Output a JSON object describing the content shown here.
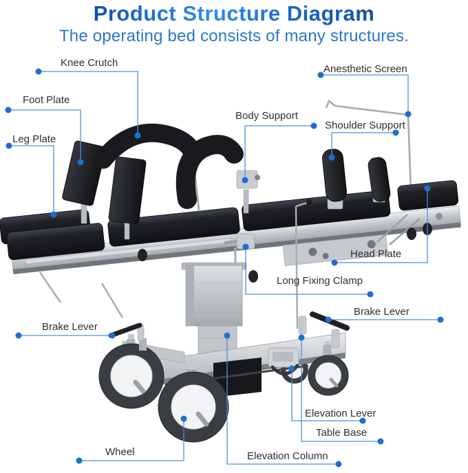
{
  "header": {
    "title": "Product Structure Diagram",
    "subtitle": "The operating bed consists of many structures."
  },
  "colors": {
    "title_blue_dark": "#0f4fb0",
    "title_blue_light": "#2f8fe9",
    "subtitle_blue": "#2b77c9",
    "connector_line_blue": "#4a8fdb",
    "connector_dot_blue": "#1d6fd1",
    "label_text": "#2e2e30",
    "pad_black": "#17181b",
    "steel_gray": "#c2c6ca",
    "wheel_hub_white": "#f2f3f5"
  },
  "parts": [
    {
      "id": "knee-crutch",
      "label": "Knee Crutch"
    },
    {
      "id": "foot-plate",
      "label": "Foot Plate"
    },
    {
      "id": "leg-plate",
      "label": "Leg Plate"
    },
    {
      "id": "anesthetic-screen",
      "label": "Anesthetic Screen"
    },
    {
      "id": "body-support",
      "label": "Body Support"
    },
    {
      "id": "shoulder-support",
      "label": "Shoulder Support"
    },
    {
      "id": "head-plate",
      "label": "Head Plate"
    },
    {
      "id": "long-fixing-clamp",
      "label": "Long Fixing Clamp"
    },
    {
      "id": "brake-lever-right",
      "label": "Brake Lever"
    },
    {
      "id": "brake-lever-left",
      "label": "Brake Lever"
    },
    {
      "id": "elevation-lever",
      "label": "Elevation Lever"
    },
    {
      "id": "table-base",
      "label": "Table Base"
    },
    {
      "id": "elevation-column",
      "label": "Elevation Column"
    },
    {
      "id": "wheel",
      "label": "Wheel"
    }
  ]
}
